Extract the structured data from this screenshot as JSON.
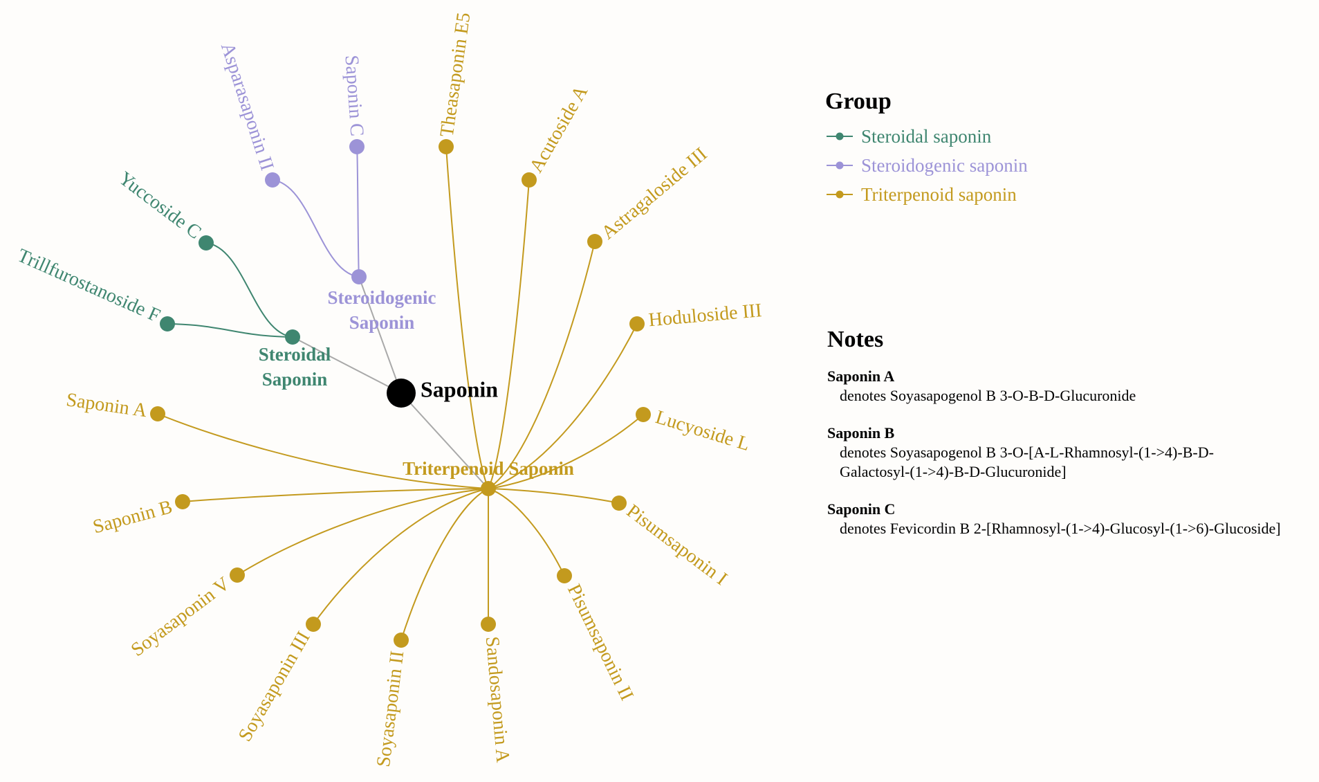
{
  "colors": {
    "steroidal": "#3f8670",
    "steroidogenic": "#9c93d7",
    "triterpenoid": "#c39a1e",
    "root": "#000000",
    "trunk": "#a9a9a9"
  },
  "tree": {
    "root": "Saponin",
    "groups": [
      {
        "key": "steroidal",
        "label_lines": [
          "Steroidal",
          "Saponin"
        ],
        "leaves": [
          "Yuccoside C",
          "Trillfurostanoside F"
        ]
      },
      {
        "key": "steroidogenic",
        "label_lines": [
          "Steroidogenic",
          "Saponin"
        ],
        "leaves": [
          "Asparasaponin II",
          "Saponin C"
        ]
      },
      {
        "key": "triterpenoid",
        "label_lines": [
          "Triterpenoid Saponin"
        ],
        "leaves": [
          "Theasaponin E5",
          "Acutoside A",
          "Astragaloside III",
          "Hoduloside III",
          "Lucyoside L",
          "Pisumsaponin I",
          "Pisumsaponin II",
          "Sandosaponin A",
          "Soyasaponin II",
          "Soyasaponin III",
          "Soyasaponin V",
          "Saponin B",
          "Saponin A"
        ]
      }
    ]
  },
  "legend": {
    "title": "Group",
    "items": [
      {
        "label": "Steroidal saponin",
        "color": "#3f8670"
      },
      {
        "label": "Steroidogenic saponin",
        "color": "#9c93d7"
      },
      {
        "label": "Triterpenoid saponin",
        "color": "#c39a1e"
      }
    ]
  },
  "notes": {
    "title": "Notes",
    "items": [
      {
        "name": "Saponin A",
        "text": [
          "denotes Soyasapogenol B 3-O-B-D-Glucuronide"
        ]
      },
      {
        "name": "Saponin B",
        "text": [
          "denotes Soyasapogenol B 3-O-[A-L-Rhamnosyl-(1->4)-B-D-",
          "Galactosyl-(1->4)-B-D-Glucuronide]"
        ]
      },
      {
        "name": "Saponin C",
        "text": [
          "denotes Fevicordin B 2-[Rhamnosyl-(1->4)-Glucosyl-(1->6)-Glucoside]"
        ]
      }
    ]
  }
}
